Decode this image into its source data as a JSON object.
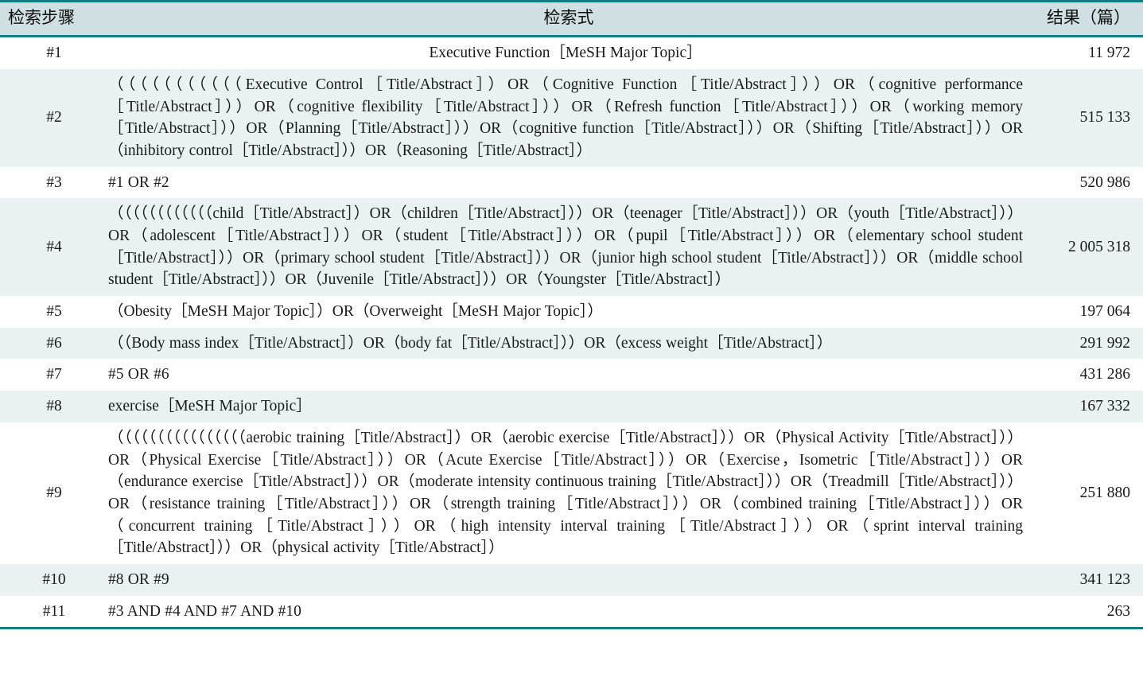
{
  "table": {
    "headers": {
      "step": "检索步骤",
      "query": "检索式",
      "result": "结果（篇）"
    },
    "rows": [
      {
        "step": "#1",
        "query": "Executive Function［MeSH Major Topic］",
        "result": "11 972",
        "align": "center"
      },
      {
        "step": "#2",
        "query": "（（（（（（（（（（（Executive Control［Title/Abstract］）OR（Cognitive Function［Title/Abstract］））OR（cognitive performance［Title/Abstract］））OR（cognitive flexibility［Title/Abstract］））OR（Refresh function［Title/Abstract］））OR（working memory［Title/Abstract］））OR（Planning［Title/Abstract］））OR（cognitive function［Title/Abstract］））OR（Shifting［Title/Abstract］））OR（inhibitory control［Title/Abstract］））OR（Reasoning［Title/Abstract］）",
        "result": "515 133",
        "align": "justify"
      },
      {
        "step": "#3",
        "query": "#1 OR #2",
        "result": "520 986",
        "align": "left"
      },
      {
        "step": "#4",
        "query": "（（（（（（（（（（（（child［Title/Abstract］）OR（children［Title/Abstract］））OR（teenager［Title/Abstract］））OR（youth［Title/Abstract］））OR（adolescent［Title/Abstract］））OR（student［Title/Abstract］））OR（pupil［Title/Abstract］））OR（elementary school student［Title/Abstract］））OR（primary school student［Title/Abstract］））OR（junior high school student［Title/Abstract］））OR（middle school student［Title/Abstract］））OR（Juvenile［Title/Abstract］））OR（Youngster［Title/Abstract］）",
        "result": "2 005 318",
        "align": "justify"
      },
      {
        "step": "#5",
        "query": "（Obesity［MeSH Major Topic］）OR（Overweight［MeSH Major Topic］）",
        "result": "197 064",
        "align": "left"
      },
      {
        "step": "#6",
        "query": "（（Body mass index［Title/Abstract］）OR（body fat［Title/Abstract］））OR（excess weight［Title/Abstract］）",
        "result": "291 992",
        "align": "left"
      },
      {
        "step": "#7",
        "query": "#5 OR #6",
        "result": "431 286",
        "align": "left"
      },
      {
        "step": "#8",
        "query": "exercise［MeSH Major Topic］",
        "result": "167 332",
        "align": "left"
      },
      {
        "step": "#9",
        "query": "（（（（（（（（（（（（（（（（aerobic training［Title/Abstract］）OR（aerobic exercise［Title/Abstract］））OR（Physical Activity［Title/Abstract］））OR（Physical Exercise［Title/Abstract］））OR（Acute Exercise［Title/Abstract］））OR（Exercise，Isometric［Title/Abstract］））OR（endurance exercise［Title/Abstract］））OR（moderate intensity continuous training［Title/Abstract］））OR（Treadmill［Title/Abstract］））OR（resistance training［Title/Abstract］））OR（strength training［Title/Abstract］））OR（combined training［Title/Abstract］））OR（concurrent training［Title/Abstract］））OR（high intensity interval training［Title/Abstract］））OR（sprint interval training［Title/Abstract］））OR（physical activity［Title/Abstract］）",
        "result": "251 880",
        "align": "justify"
      },
      {
        "step": "#10",
        "query": "#8 OR #9",
        "result": "341 123",
        "align": "left"
      },
      {
        "step": "#11",
        "query": "#3 AND #4 AND #7 AND #10",
        "result": "263",
        "align": "left"
      }
    ]
  },
  "colors": {
    "rule": "#127b83",
    "header_bg": "#cfdfe2",
    "alt_row_bg": "#e9f1f2",
    "text": "#1a1a1a"
  }
}
